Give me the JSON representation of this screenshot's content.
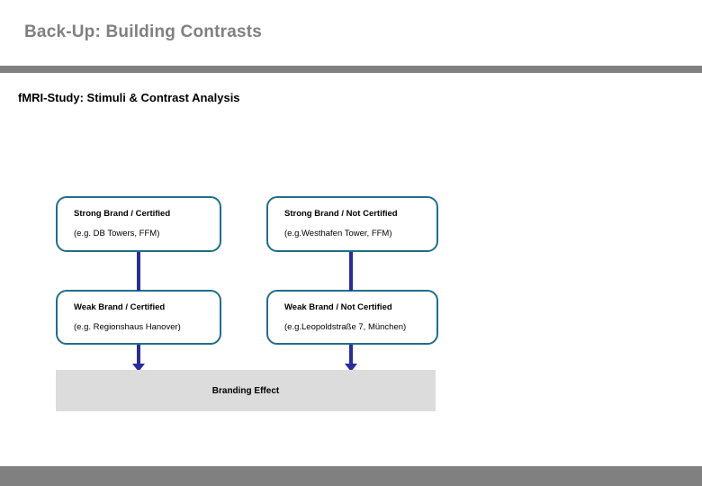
{
  "slide": {
    "title": "Back-Up: Building Contrasts",
    "subtitle": "fMRI-Study: Stimuli & Contrast Analysis"
  },
  "colors": {
    "title_gray": "#808080",
    "rule_gray": "#808080",
    "box_border_teal": "#1F6F8B",
    "connector_blue": "#2A2AA5",
    "outcome_bar_gray": "#dcdcdc",
    "text_black": "#000000",
    "background": "#ffffff"
  },
  "diagram": {
    "nodes": [
      {
        "id": "strong-brand-certified",
        "title": "Strong Brand / Certified",
        "example": "(e.g. DB Towers, FFM)"
      },
      {
        "id": "strong-brand-not-certified",
        "title": "Strong Brand / Not Certified",
        "example": "(e.g.Westhafen Tower, FFM)"
      },
      {
        "id": "weak-brand-certified",
        "title": "Weak Brand / Certified",
        "example": "(e.g. Regionshaus Hanover)"
      },
      {
        "id": "weak-brand-not-certified",
        "title": "Weak Brand / Not Certified",
        "example": "(e.g.Leopoldstraße 7, München)"
      }
    ],
    "outcome": {
      "label": "Branding Effect"
    }
  }
}
